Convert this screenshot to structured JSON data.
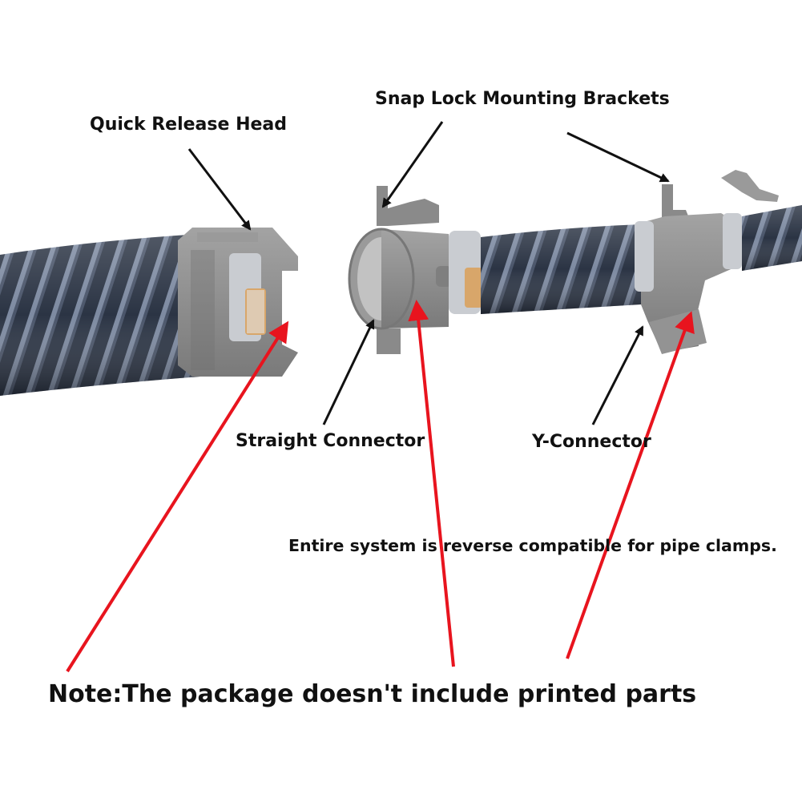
{
  "labels": {
    "quick_release_head": "Quick Release Head",
    "snap_lock_brackets": "Snap Lock Mounting Brackets",
    "straight_connector": "Straight Connector",
    "y_connector": "Y-Connector",
    "reverse_compat": "Entire system is reverse compatible for pipe clamps.",
    "note": "Note:The package doesn't include printed parts"
  },
  "colors": {
    "hose": "#2b3444",
    "hose_rib": "#8f9cb2",
    "printed_part": "#8c8c8c",
    "clamp": "#c9ccd1",
    "black_arrow": "#111111",
    "red_arrow": "#e8141e",
    "text": "#111111",
    "background": "#ffffff"
  }
}
